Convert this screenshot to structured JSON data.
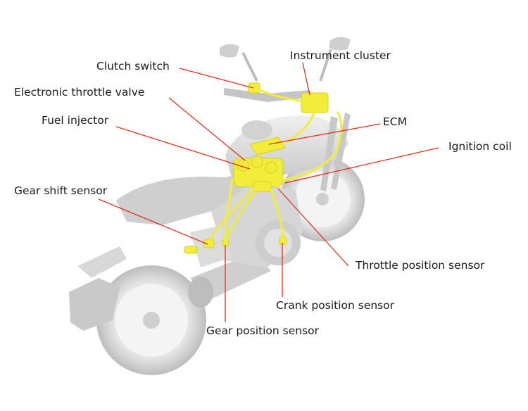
{
  "labels": {
    "clutch_switch": "Clutch switch",
    "instrument_cluster": "Instrument cluster",
    "electronic_throttle_valve": "Electronic throttle valve",
    "fuel_injector": "Fuel injector",
    "ecm": "ECM",
    "ignition_coil": "Ignition coil",
    "gear_shift_sensor": "Gear shift sensor",
    "throttle_position_sensor": "Throttle position sensor",
    "crank_position_sensor": "Crank position sensor",
    "gear_position_sensor": "Gear position sensor"
  },
  "colors": {
    "leader_line": "#e0301e",
    "component_highlight": "#f2ec3a",
    "bike_body": "#d9d9d9"
  }
}
